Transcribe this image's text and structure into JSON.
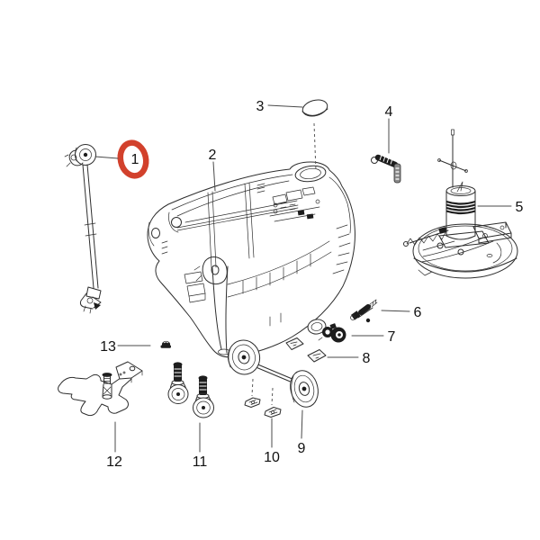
{
  "diagram": {
    "type": "exploded-parts-diagram",
    "background": "#ffffff",
    "line_color": "#2e2e2e",
    "highlight_color": "#d2412c",
    "parts": {
      "p1": {
        "num": "1",
        "highlighted": true
      },
      "p2": {
        "num": "2",
        "highlighted": false
      },
      "p3": {
        "num": "3",
        "highlighted": false
      },
      "p4": {
        "num": "4",
        "highlighted": false
      },
      "p5": {
        "num": "5",
        "highlighted": false
      },
      "p6": {
        "num": "6",
        "highlighted": false
      },
      "p7": {
        "num": "7",
        "highlighted": false
      },
      "p8": {
        "num": "8",
        "highlighted": false
      },
      "p9": {
        "num": "9",
        "highlighted": false
      },
      "p10": {
        "num": "10",
        "highlighted": false
      },
      "p11": {
        "num": "11",
        "highlighted": false
      },
      "p12": {
        "num": "12",
        "highlighted": false
      },
      "p13": {
        "num": "13",
        "highlighted": false
      }
    }
  }
}
